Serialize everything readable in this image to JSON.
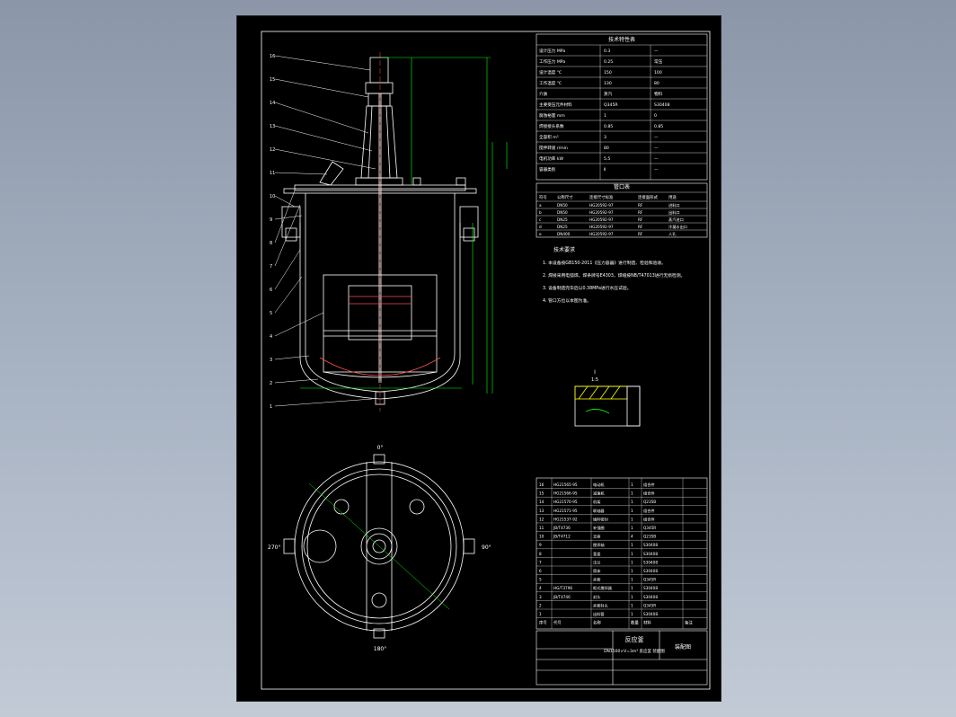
{
  "drawing": {
    "title_block": {
      "drawing_name": "反应釜",
      "subtitle": "DN1500×V=3m³ 反应釜 装配图",
      "sheet_label": "装配图"
    },
    "process_table": {
      "caption": "技术特性表",
      "rows": [
        [
          "设计压力 MPa",
          "0.3",
          "—"
        ],
        [
          "工作压力 MPa",
          "0.25",
          "常压"
        ],
        [
          "设计温度 ℃",
          "150",
          "100"
        ],
        [
          "工作温度 ℃",
          "130",
          "80"
        ],
        [
          "介质",
          "蒸汽",
          "物料"
        ],
        [
          "主要受压元件材料",
          "Q345R",
          "S30408"
        ],
        [
          "腐蚀裕量 mm",
          "1",
          "0"
        ],
        [
          "焊接接头系数",
          "0.85",
          "0.85"
        ],
        [
          "全容积 m³",
          "3",
          "—"
        ],
        [
          "搅拌转速 r/min",
          "80",
          "—"
        ],
        [
          "电机功率 kW",
          "5.5",
          "—"
        ],
        [
          "容器类别",
          "Ⅱ",
          "—"
        ]
      ]
    },
    "nozzle_table": {
      "caption": "管口表",
      "headers": [
        "符号",
        "公称尺寸",
        "连接尺寸标准",
        "连接面形式",
        "用途"
      ],
      "rows": [
        [
          "a",
          "DN50",
          "HG20592-97",
          "RF",
          "进料口"
        ],
        [
          "b",
          "DN50",
          "HG20592-97",
          "RF",
          "出料口"
        ],
        [
          "c",
          "DN25",
          "HG20592-97",
          "RF",
          "蒸汽进口"
        ],
        [
          "d",
          "DN25",
          "HG20592-97",
          "RF",
          "冷凝水出口"
        ],
        [
          "e",
          "DN400",
          "HG20592-97",
          "RF",
          "人孔"
        ]
      ]
    },
    "notes": {
      "heading": "技术要求",
      "items": [
        "1. 本设备按GB150-2011《压力容器》进行制造、检验和验收。",
        "2. 焊接采用电弧焊，焊条牌号E4303，焊缝按NB/T47013进行无损检测。",
        "3. 设备制造完毕后以0.38MPa进行水压试验。",
        "4. 管口方位以本图为准。"
      ]
    },
    "detail_label": "Ⅰ",
    "detail_scale": "1:5",
    "parts_list": {
      "headers": [
        "序号",
        "代号",
        "名称",
        "数量",
        "材料",
        "备注"
      ],
      "rows": [
        [
          "16",
          "HG21565-95",
          "电动机",
          "1",
          "组合件",
          ""
        ],
        [
          "15",
          "HG21566-95",
          "减速机",
          "1",
          "组合件",
          ""
        ],
        [
          "14",
          "HG21570-95",
          "机架",
          "1",
          "Q235B",
          ""
        ],
        [
          "13",
          "HG21571-95",
          "联轴器",
          "1",
          "组合件",
          ""
        ],
        [
          "12",
          "HG21537-92",
          "填料密封",
          "1",
          "组合件",
          ""
        ],
        [
          "11",
          "JB/T4736",
          "补强圈",
          "1",
          "Q345R",
          ""
        ],
        [
          "10",
          "JB/T4712",
          "支座",
          "4",
          "Q235B",
          ""
        ],
        [
          "9",
          "",
          "搅拌轴",
          "1",
          "S30408",
          ""
        ],
        [
          "8",
          "",
          "釜盖",
          "1",
          "S30408",
          ""
        ],
        [
          "7",
          "",
          "法兰",
          "1",
          "S30408",
          ""
        ],
        [
          "6",
          "",
          "筒体",
          "1",
          "S30408",
          ""
        ],
        [
          "5",
          "",
          "夹套",
          "1",
          "Q345R",
          ""
        ],
        [
          "4",
          "HG/T3796",
          "框式搅拌器",
          "1",
          "S30408",
          ""
        ],
        [
          "3",
          "JB/T4746",
          "封头",
          "1",
          "S30408",
          ""
        ],
        [
          "2",
          "",
          "夹套封头",
          "1",
          "Q345R",
          ""
        ],
        [
          "1",
          "",
          "出料管",
          "1",
          "S30408",
          ""
        ]
      ]
    },
    "leader_labels": [
      "16",
      "15",
      "14",
      "13",
      "12",
      "11",
      "10",
      "9",
      "8",
      "7",
      "6",
      "5",
      "4",
      "3",
      "2",
      "1"
    ],
    "plan_labels": {
      "top": "0°",
      "right": "90°",
      "bottom": "180°",
      "left": "270°"
    }
  },
  "colors": {
    "line": "#ffffff",
    "dim": "#00ff00",
    "hatch": "#ffff00",
    "sheet": "#000000"
  }
}
